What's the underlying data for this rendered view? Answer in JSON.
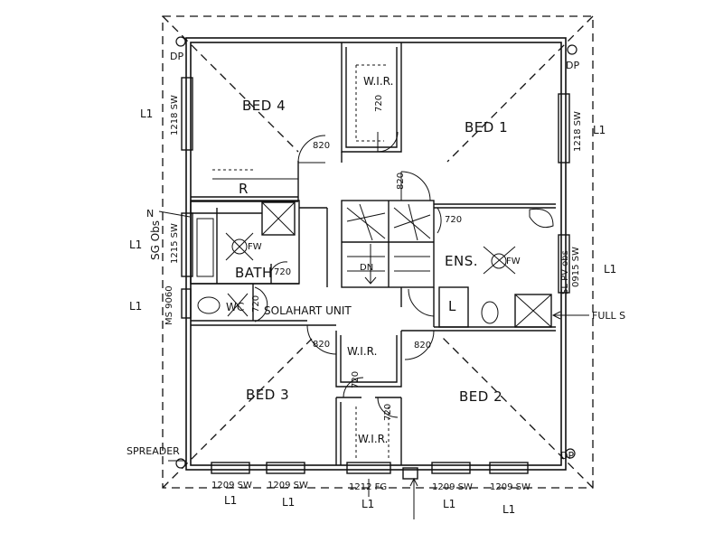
{
  "plan": {
    "line_color": "#111111",
    "background": "#ffffff",
    "rooms": {
      "bed4": "BED 4",
      "bed1": "BED 1",
      "bed3": "BED 3",
      "bed2": "BED 2",
      "bath": "BATH",
      "ens": "ENS.",
      "wir_top": "W.I.R.",
      "wir_mid": "W.I.R.",
      "wir_bottom": "W.I.R.",
      "robe": "R",
      "linen": "L",
      "wc": "WC"
    },
    "doors": {
      "d720_wir_top": "720",
      "d820_bed4": "820",
      "d820_stair": "820",
      "d720_ens": "720",
      "d720_bath": "720",
      "d720_wc": "720",
      "d820_bed3": "820",
      "d820_bed2": "820",
      "d720_wir_mid": "720",
      "d720_wir_bottom": "720"
    },
    "windows": {
      "w1218_left": "1218 SW",
      "w1218_right": "1218 SW",
      "w1215": "1215 SW",
      "w0915": "0915 SW",
      "w9060": "MS 9060",
      "w1209_a": "1209 SW",
      "w1209_b": "1209 SW",
      "w1212": "1212 FG",
      "w1209_c": "1209 SW",
      "w1209_d": "1209 SW"
    },
    "notes": {
      "dp_tl": "DP",
      "dp_tr": "DP",
      "dp_br": "DP",
      "solahart": "SOLAHART UNIT",
      "full_s": "FULL S",
      "spreader": "SPREADER",
      "sg_obs": "SG Obs",
      "sl_pv_obs": "SL PV obs",
      "dn": "DN",
      "fw_bath": "FW",
      "fw_ens": "FW",
      "n_mark": "N"
    },
    "l1": {
      "left_1": "L1",
      "left_2": "L1",
      "left_3": "L1",
      "right_1": "L1",
      "right_2": "L1",
      "bottom_1": "L1",
      "bottom_2": "L1",
      "bottom_3": "L1",
      "bottom_4": "L1",
      "bottom_5": "L1"
    }
  }
}
